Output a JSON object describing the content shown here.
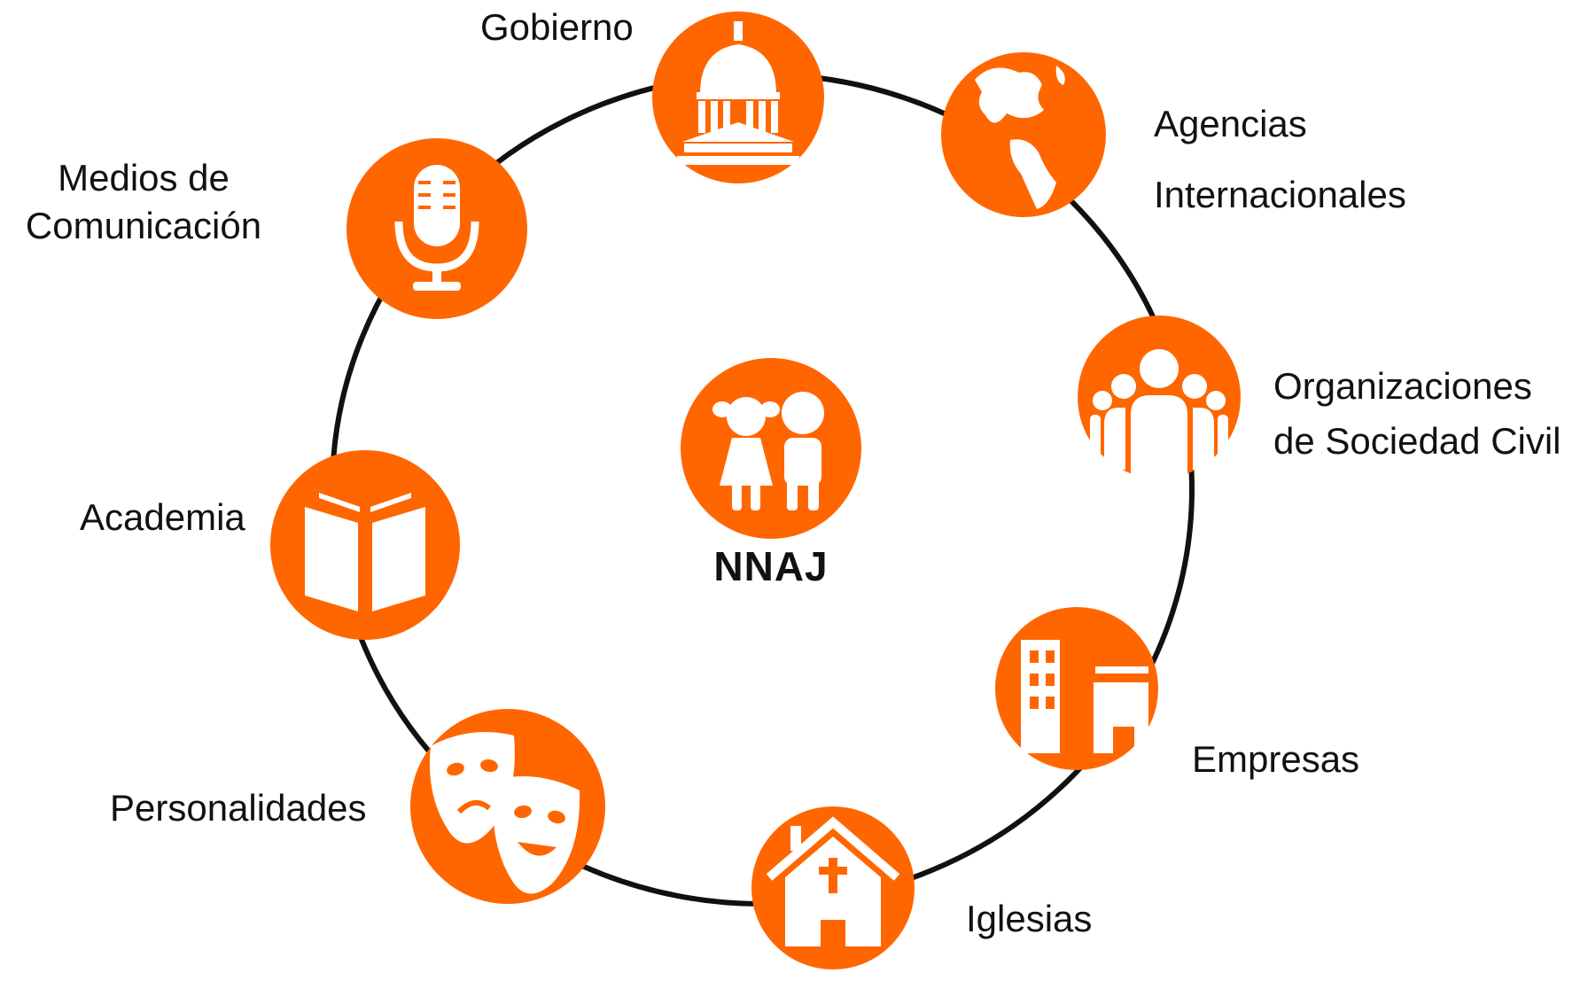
{
  "theme": {
    "accent": "#FF6600",
    "ring": "#111111",
    "icon_fill": "#FFFFFF"
  },
  "center": {
    "label": "NNAJ",
    "icon": "children-icon"
  },
  "nodes": [
    {
      "id": "gobierno",
      "lines": [
        "Gobierno"
      ],
      "icon": "capitol-icon"
    },
    {
      "id": "agencias",
      "lines": [
        "Agencias",
        "Internacionales"
      ],
      "icon": "globe-icon"
    },
    {
      "id": "osc",
      "lines": [
        "Organizaciones",
        "de Sociedad Civil"
      ],
      "icon": "people-group-icon"
    },
    {
      "id": "empresas",
      "lines": [
        "Empresas"
      ],
      "icon": "building-icon"
    },
    {
      "id": "iglesias",
      "lines": [
        "Iglesias"
      ],
      "icon": "church-icon"
    },
    {
      "id": "personalidades",
      "lines": [
        "Personalidades"
      ],
      "icon": "theater-masks-icon"
    },
    {
      "id": "academia",
      "lines": [
        "Academia"
      ],
      "icon": "book-icon"
    },
    {
      "id": "medios",
      "lines": [
        "Medios de",
        "Comunicación"
      ],
      "icon": "microphone-icon"
    }
  ]
}
